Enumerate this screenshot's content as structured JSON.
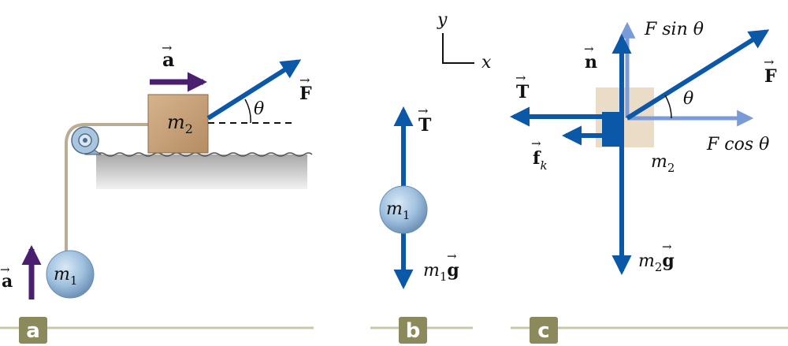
{
  "panels": {
    "a": {
      "label": "a",
      "accel_top": "a",
      "accel_left": "a",
      "force": "F",
      "angle": "θ",
      "mass_block": "m",
      "mass_block_sub": "2",
      "mass_ball": "m",
      "mass_ball_sub": "1"
    },
    "b": {
      "label": "b",
      "tension": "T",
      "mass": "m",
      "mass_sub": "1",
      "weight_m": "m",
      "weight_sub": "1",
      "weight_g": "g"
    },
    "c": {
      "label": "c",
      "axis_y": "y",
      "axis_x": "x",
      "normal": "n",
      "tension": "T",
      "friction": "f",
      "friction_sub": "k",
      "force": "F",
      "f_sin": "F sin θ",
      "f_cos": "F cos θ",
      "angle": "θ",
      "mass": "m",
      "mass_sub": "2",
      "weight_m": "m",
      "weight_sub": "2",
      "weight_g": "g"
    }
  },
  "colors": {
    "vector_blue": "#0b57a8",
    "component_blue": "#7a9bd8",
    "accel_purple": "#4b1f6f",
    "block_tan": "#c8a27a",
    "block_light": "#eadcc7",
    "ball_blue": "#9fc0de",
    "badge_olive": "#8a8a5c",
    "baseline": "#c9c7a8"
  }
}
